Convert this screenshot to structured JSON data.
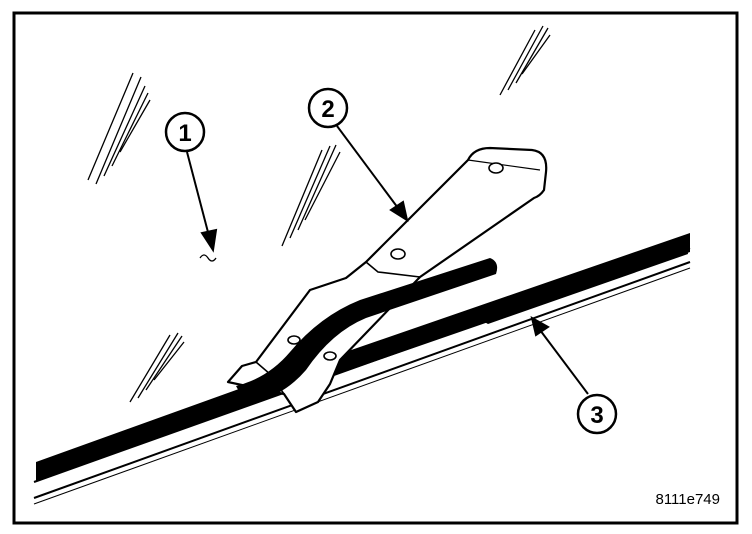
{
  "figure": {
    "code": "8111e749",
    "stroke_color": "#000000",
    "background": "#ffffff"
  },
  "callouts": [
    {
      "label": "1"
    },
    {
      "label": "2"
    },
    {
      "label": "3"
    }
  ]
}
